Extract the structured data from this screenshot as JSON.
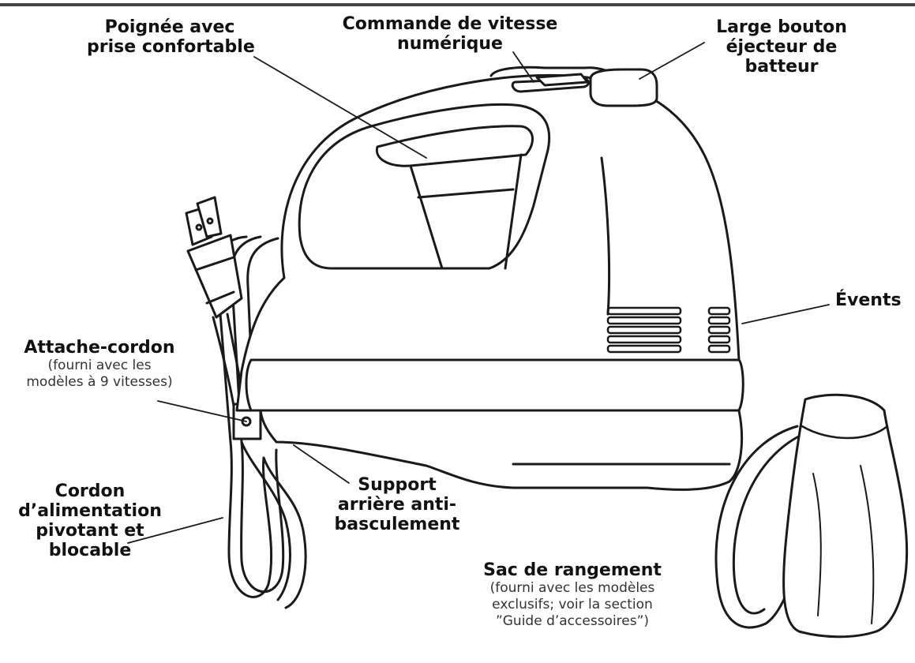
{
  "callouts": {
    "grip": {
      "lines": [
        "Poignée avec",
        "prise confortable"
      ]
    },
    "speed": {
      "lines": [
        "Commande de vitesse",
        "numérique"
      ]
    },
    "eject": {
      "lines": [
        "Large bouton",
        "éjecteur de",
        "batteur"
      ]
    },
    "vents": {
      "lines": [
        "Évents"
      ]
    },
    "cord_clip": {
      "lines": [
        "Attache-cordon"
      ],
      "note": [
        "(fourni avec les",
        "modèles à 9 vitesses)"
      ]
    },
    "cord": {
      "lines": [
        "Cordon",
        "d’alimentation",
        "pivotant et",
        "blocable"
      ]
    },
    "heel": {
      "lines": [
        "Support",
        "arrière anti-",
        "basculement"
      ]
    },
    "bag": {
      "lines": [
        "Sac de rangement"
      ],
      "note": [
        "(fourni avec les modèles",
        "exclusifs; voir la section",
        "”Guide d’accessoires”)"
      ]
    }
  }
}
